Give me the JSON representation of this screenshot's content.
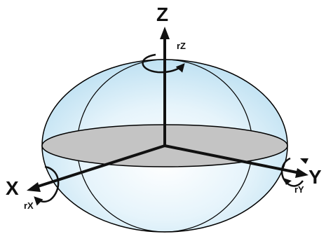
{
  "diagram": {
    "axes": [
      {
        "id": "z",
        "label": "Z",
        "rotation_label": "rZ"
      },
      {
        "id": "x",
        "label": "X",
        "rotation_label": "rX"
      },
      {
        "id": "y",
        "label": "Y",
        "rotation_label": "rY"
      }
    ],
    "colors": {
      "sphere_fill": "#d6ecf7",
      "sphere_edge": "#000000",
      "equator_fill": "#c4c4c4",
      "axis": "#111111"
    }
  }
}
